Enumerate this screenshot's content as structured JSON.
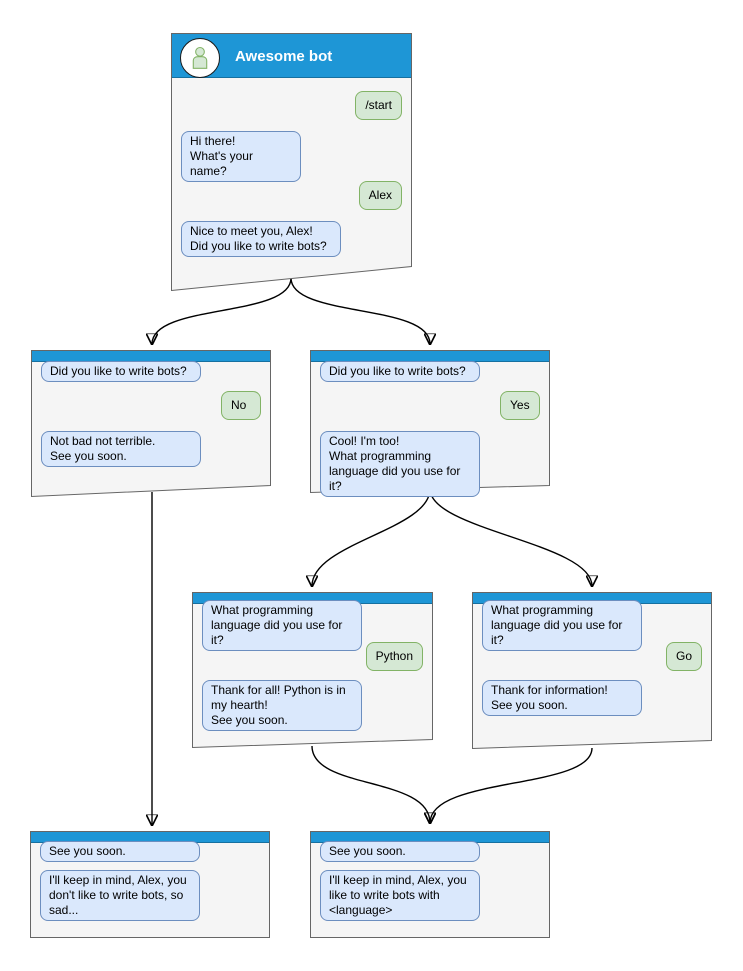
{
  "colors": {
    "header_blue": "#1e96d6",
    "box_fill": "#f5f5f5",
    "box_border": "#666666",
    "bubble_blue_fill": "#dae8fc",
    "bubble_blue_border": "#6c8ebf",
    "bubble_green_fill": "#d5e8d4",
    "bubble_green_border": "#82b366",
    "arrow": "#000000"
  },
  "nodes": {
    "root": {
      "title": "Awesome bot",
      "avatar_icon": "person-icon",
      "messages": {
        "start": {
          "from": "user",
          "text": "/start"
        },
        "greeting": {
          "from": "bot",
          "text": "Hi there!\nWhat's your name?"
        },
        "name": {
          "from": "user",
          "text": "Alex"
        },
        "ask_write_bots": {
          "from": "bot",
          "text": "Nice to meet you, Alex!\nDid you like to write bots?"
        }
      }
    },
    "branch_no": {
      "messages": {
        "question": {
          "from": "bot",
          "text": "Did you like to write bots?"
        },
        "answer": {
          "from": "user",
          "text": "No"
        },
        "reply": {
          "from": "bot",
          "text": "Not bad not terrible.\nSee you soon."
        }
      }
    },
    "branch_yes": {
      "messages": {
        "question": {
          "from": "bot",
          "text": "Did you like to write bots?"
        },
        "answer": {
          "from": "user",
          "text": "Yes"
        },
        "reply": {
          "from": "bot",
          "text": "Cool! I'm too!\nWhat programming\nlanguage did you use for it?"
        }
      }
    },
    "lang_python": {
      "messages": {
        "question": {
          "from": "bot",
          "text": "What programming\nlanguage did you use for it?"
        },
        "answer": {
          "from": "user",
          "text": "Python"
        },
        "reply": {
          "from": "bot",
          "text": "Thank for all! Python is in\nmy hearth!\nSee you soon."
        }
      }
    },
    "lang_go": {
      "messages": {
        "question": {
          "from": "bot",
          "text": "What programming\nlanguage did you use for it?"
        },
        "answer": {
          "from": "user",
          "text": "Go"
        },
        "reply": {
          "from": "bot",
          "text": "Thank for information!\nSee you soon."
        }
      }
    },
    "end_no": {
      "messages": {
        "question": {
          "from": "bot",
          "text": "See you soon."
        },
        "reply": {
          "from": "bot",
          "text": "I'll keep in mind, Alex, you\ndon't like to write bots, so\nsad..."
        }
      }
    },
    "end_lang": {
      "messages": {
        "question": {
          "from": "bot",
          "text": "See you soon."
        },
        "reply": {
          "from": "bot",
          "text": "I'll keep in mind, Alex, you\nlike to write bots with\n<language>"
        }
      }
    }
  },
  "edges": [
    {
      "from": "root",
      "to": "branch_no"
    },
    {
      "from": "root",
      "to": "branch_yes"
    },
    {
      "from": "branch_no",
      "to": "end_no"
    },
    {
      "from": "branch_yes",
      "to": "lang_python"
    },
    {
      "from": "branch_yes",
      "to": "lang_go"
    },
    {
      "from": "lang_python",
      "to": "end_lang"
    },
    {
      "from": "lang_go",
      "to": "end_lang"
    }
  ]
}
